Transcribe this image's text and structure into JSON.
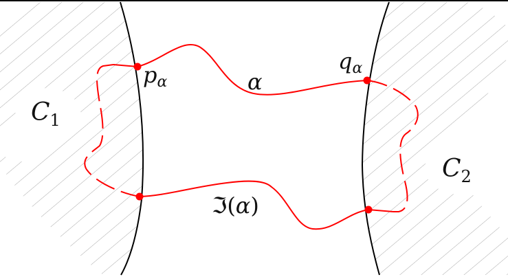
{
  "figure": {
    "colors": {
      "curve": "#ff0000",
      "boundary": "#000000",
      "hatch": "#a8a8a8",
      "background": "#ffffff",
      "top_border": "#000000"
    },
    "regions": [
      {
        "id": "C1",
        "label_main": "C",
        "label_sub": "1",
        "side": "left"
      },
      {
        "id": "C2",
        "label_main": "C",
        "label_sub": "2",
        "side": "right"
      }
    ],
    "points": [
      {
        "id": "p",
        "label_main": "p",
        "label_sub": "α",
        "position": "left-top"
      },
      {
        "id": "q",
        "label_main": "q",
        "label_sub": "α",
        "position": "right-top"
      },
      {
        "id": "p2",
        "label_main": "",
        "label_sub": "",
        "position": "left-bottom"
      },
      {
        "id": "q2",
        "label_main": "",
        "label_sub": "",
        "position": "right-bottom"
      }
    ],
    "curves": [
      {
        "id": "alpha",
        "label": "α",
        "style": "solid"
      },
      {
        "id": "image_alpha",
        "label_prefix": "ℑ",
        "label_open": "(",
        "label_arg": "α",
        "label_close": ")",
        "style": "solid"
      },
      {
        "id": "left_connector",
        "style": "dashed"
      },
      {
        "id": "right_connector",
        "style": "dashed"
      }
    ]
  }
}
